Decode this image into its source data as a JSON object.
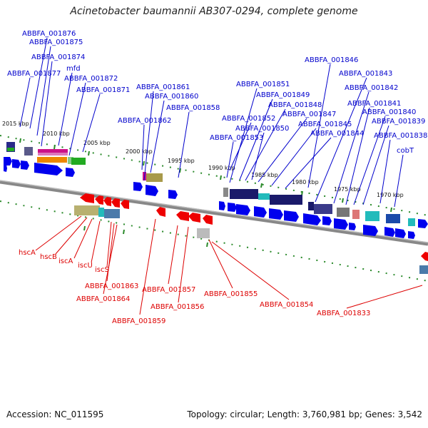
{
  "title": "Acinetobacter baumannii AB307-0294, complete genome",
  "footer": {
    "accession": "Accession: NC_011595",
    "summary": "Topology: circular; Length: 3,760,981 bp; Genes: 3,542"
  },
  "colors": {
    "forward_label": "#0000cc",
    "reverse_label": "#dd0000",
    "backbone": "#888888",
    "tick": "#2a8a2a"
  },
  "kbp_ticks": [
    "2015 kbp",
    "2010 kbp",
    "2005 kbp",
    "2000 kbp",
    "1995 kbp",
    "1990 kbp",
    "1985 kbp",
    "1980 kbp",
    "1975 kbp",
    "1970 kbp"
  ],
  "forward_labels": [
    "ABBFA_001876",
    "ABBFA_001875",
    "ABBFA_001874",
    "mfd",
    "ABBFA_001877",
    "ABBFA_001872",
    "ABBFA_001871",
    "ABBFA_001861",
    "ABBFA_001860",
    "ABBFA_001858",
    "ABBFA_001862",
    "ABBFA_001851",
    "ABBFA_001849",
    "ABBFA_001848",
    "ABBFA_001852",
    "ABBFA_001847",
    "ABBFA_001850",
    "ABBFA_001845",
    "ABBFA_001853",
    "ABBFA_001844",
    "ABBFA_001846",
    "ABBFA_001843",
    "ABBFA_001842",
    "ABBFA_001841",
    "ABBFA_001840",
    "ABBFA_001839",
    "ABBFA_001838",
    "cobT"
  ],
  "reverse_labels": [
    "hscA",
    "hscB",
    "iscA",
    "iscU",
    "iscS",
    "ABBFA_001863",
    "ABBFA_001864",
    "ABBFA_001857",
    "ABBFA_001856",
    "ABBFA_001859",
    "ABBFA_001855",
    "ABBFA_001854",
    "ABBFA_001833"
  ]
}
